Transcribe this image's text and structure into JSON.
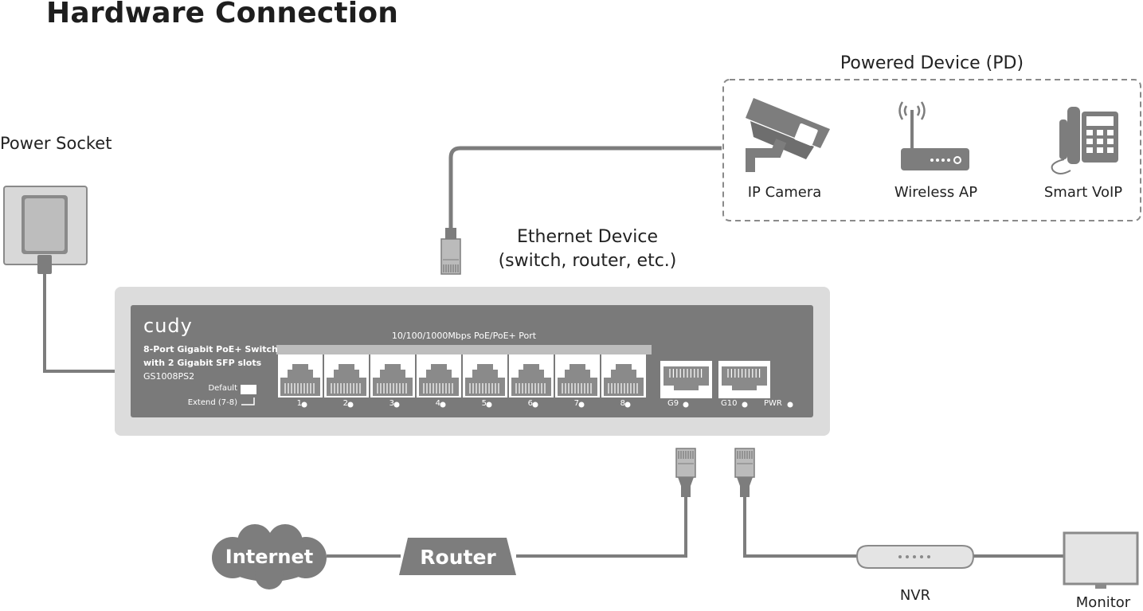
{
  "title": "Hardware Connection",
  "labels": {
    "power_socket": "Power Socket",
    "powered_device": "Powered Device (PD)",
    "ip_camera": "IP Camera",
    "wireless_ap": "Wireless AP",
    "smart_voip": "Smart VoIP",
    "ethernet_device_line1": "Ethernet Device",
    "ethernet_device_line2": "(switch, router, etc.)",
    "internet": "Internet",
    "router": "Router",
    "nvr": "NVR",
    "monitor": "Monitor"
  },
  "switch": {
    "brand": "cudy",
    "desc_line1": "8-Port Gigabit PoE+ Switch",
    "desc_line2": "with 2 Gigabit SFP slots",
    "model": "GS1008PS2",
    "mode_default": "Default",
    "mode_extend": "Extend (7-8)",
    "port_group_label": "10/100/1000Mbps PoE/PoE+ Port",
    "ports": [
      "1",
      "2",
      "3",
      "4",
      "5",
      "6",
      "7",
      "8"
    ],
    "sfp_ports": [
      "G9",
      "G10"
    ],
    "pwr": "PWR"
  },
  "colors": {
    "switch_body": "#7a7a7a",
    "switch_frame": "#dcdcdc",
    "cable": "#7d7d7d",
    "device_gray": "#7d7d7d"
  }
}
